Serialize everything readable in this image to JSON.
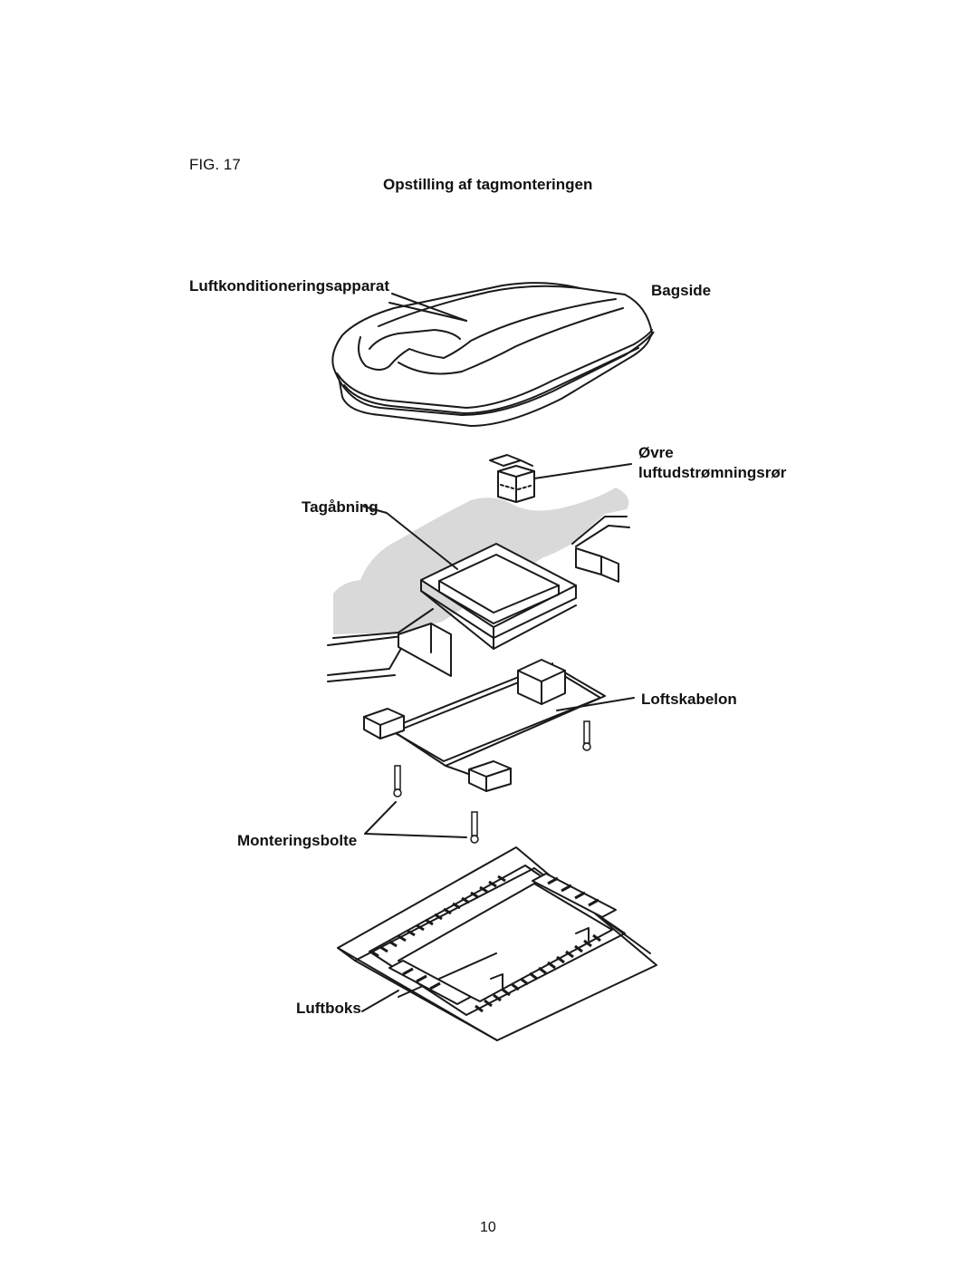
{
  "figure": {
    "number": "FIG. 17",
    "title": "Opstilling af tagmonteringen"
  },
  "labels": {
    "air_conditioner": "Luftkonditioneringsapparat",
    "rear": "Bagside",
    "upper_duct_line1": "Øvre",
    "upper_duct_line2": "luftudstrømningsrør",
    "roof_opening": "Tagåbning",
    "ceiling_template": "Loftskabelon",
    "mounting_bolts": "Monteringsbolte",
    "air_box": "Luftboks"
  },
  "page_number": "10"
}
